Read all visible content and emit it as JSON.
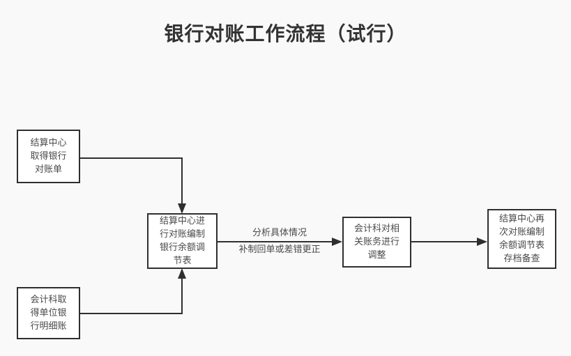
{
  "diagram": {
    "title": "银行对账工作流程（试行）",
    "type": "flowchart",
    "nodes": [
      {
        "id": "bank-statement",
        "label": "结算中心\n取得银行\n对账单"
      },
      {
        "id": "ledger-detail",
        "label": "会计科取\n得单位银\n行明细账"
      },
      {
        "id": "reconcile",
        "label": "结算中心进\n行对账编制\n银行余额调\n节表"
      },
      {
        "id": "adjust",
        "label": "会计科对相\n关账务进行\n调整"
      },
      {
        "id": "archive",
        "label": "结算中心再\n次对账编制\n余额调节表\n存档备查"
      }
    ],
    "edge_labels": {
      "reconcile_to_adjust_line1": "分析具体情况",
      "reconcile_to_adjust_line2": "补制回单或差错更正"
    },
    "colors": {
      "background": "#f9f9f9",
      "stroke": "#2f2f2f",
      "node_fill": "#ffffff",
      "title_text": "#333333",
      "body_text": "#4a4a4a"
    }
  }
}
